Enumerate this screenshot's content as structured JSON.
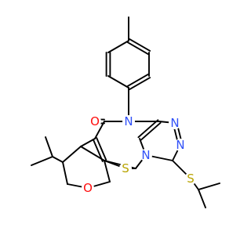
{
  "chart_data": {
    "type": "structure",
    "atoms": [
      {
        "id": "O1",
        "element": "O",
        "label": "O",
        "color": "#ff0d0d"
      },
      {
        "id": "N4",
        "element": "N",
        "label": "N",
        "color": "#3050f8"
      },
      {
        "id": "N5",
        "element": "N",
        "label": "N",
        "color": "#3050f8"
      },
      {
        "id": "N6",
        "element": "N",
        "label": "N",
        "color": "#3050f8"
      },
      {
        "id": "N9",
        "element": "N",
        "label": "N",
        "color": "#3050f8"
      },
      {
        "id": "S10",
        "element": "S",
        "label": "S",
        "color": "#b8a300"
      },
      {
        "id": "S11",
        "element": "S",
        "label": "S",
        "color": "#b8a300"
      },
      {
        "id": "O12",
        "element": "O",
        "label": "O",
        "color": "#ff0d0d"
      }
    ],
    "bond_count": 35
  }
}
